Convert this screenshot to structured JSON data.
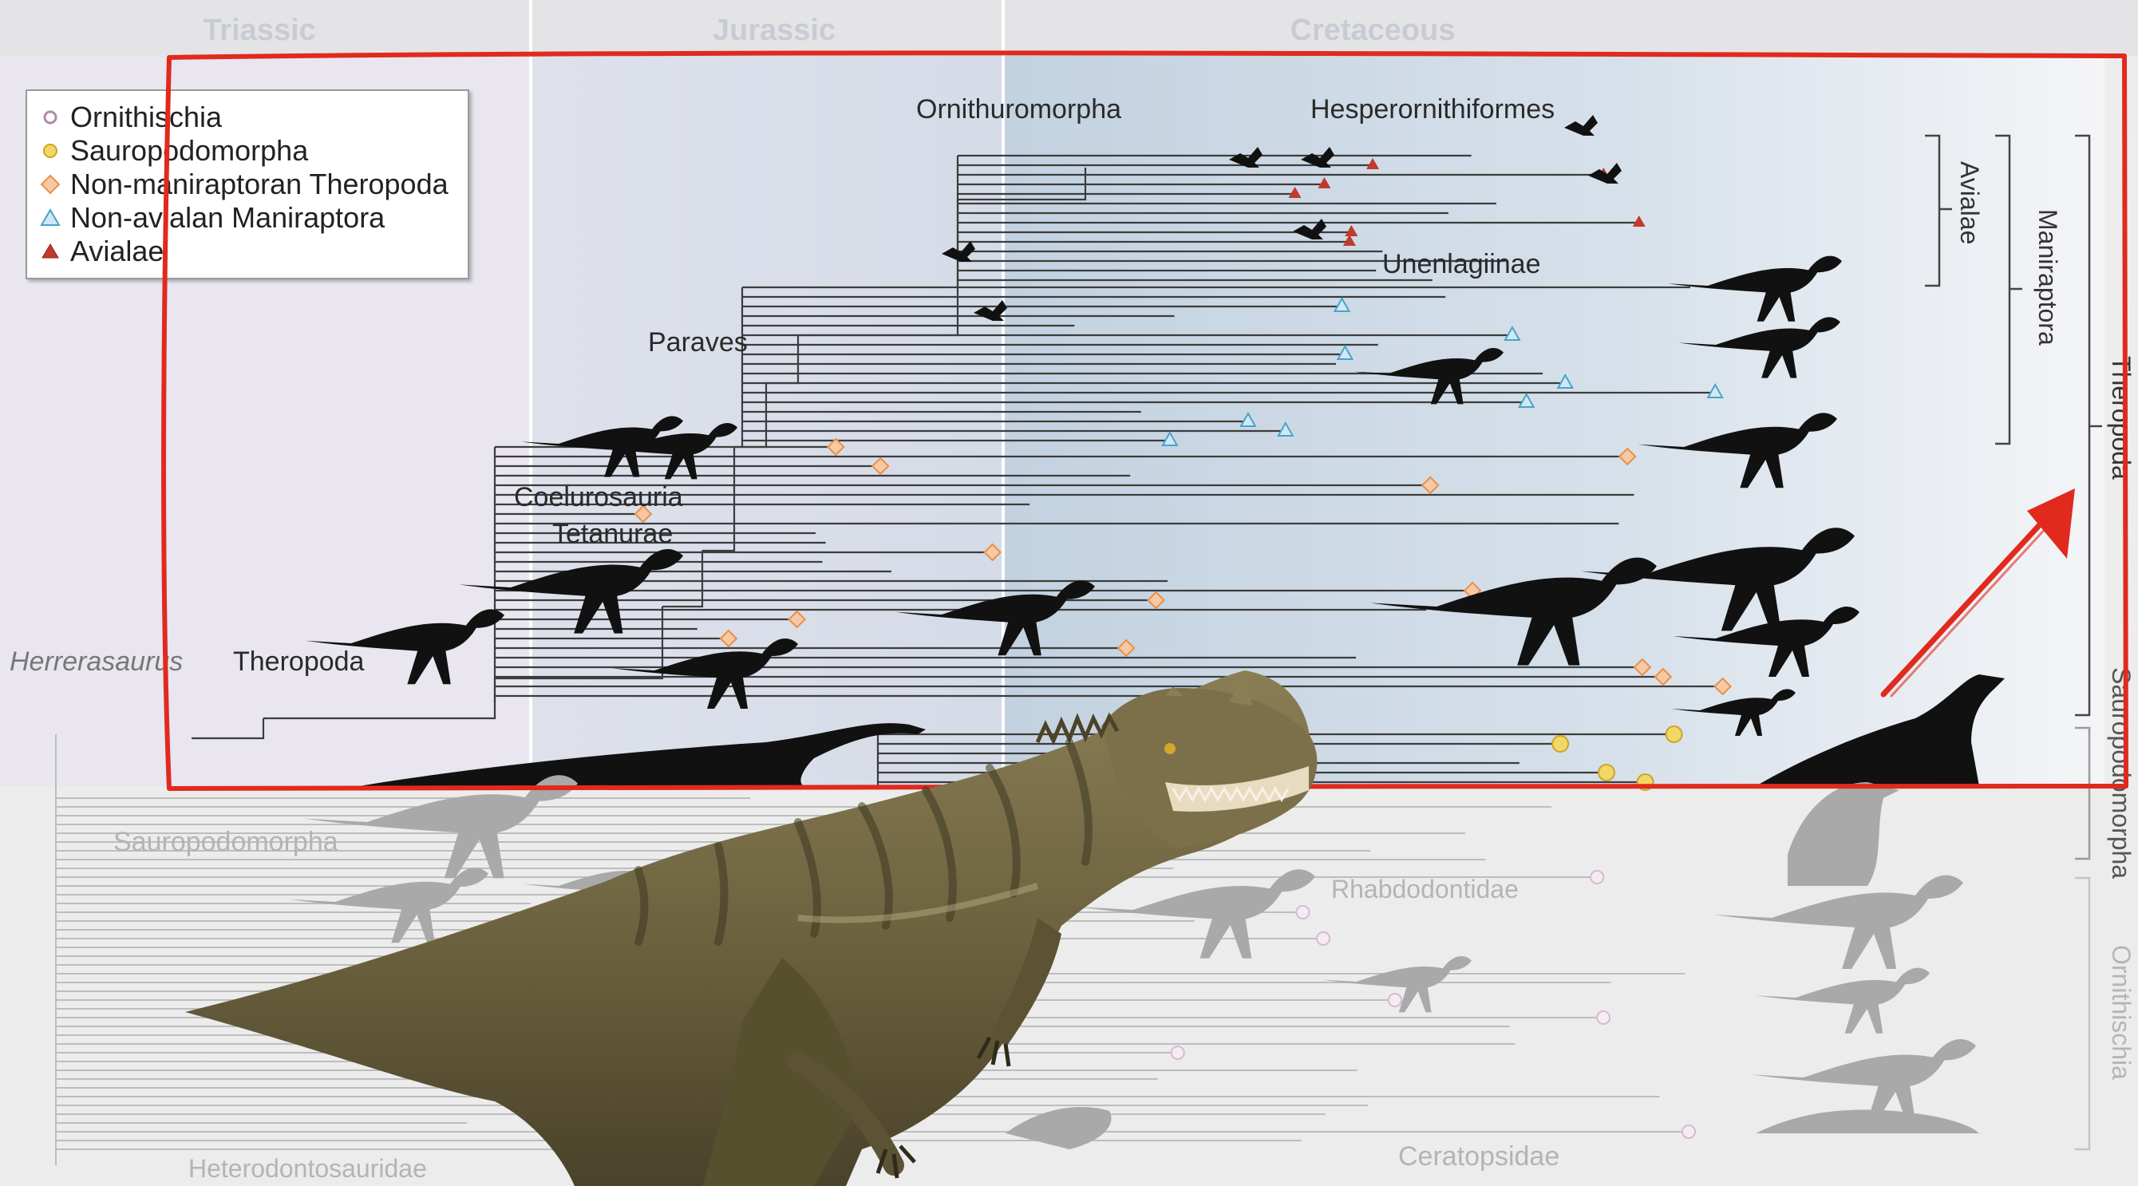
{
  "periods": [
    "Triassic",
    "Jurassic",
    "Cretaceous"
  ],
  "legend": [
    {
      "label": "Ornithischia",
      "marker": "circle",
      "color": "#c9a9c4"
    },
    {
      "label": "Sauropodomorpha",
      "marker": "circle",
      "color": "#e8c63a"
    },
    {
      "label": "Non-maniraptoran Theropoda",
      "marker": "diamond",
      "color": "#e8904a"
    },
    {
      "label": "Non-avialan Maniraptora",
      "marker": "triangle",
      "color": "#4aa3c8"
    },
    {
      "label": "Avialae",
      "marker": "triangle",
      "color": "#c23a2a"
    }
  ],
  "clade_labels": {
    "ornithuromorpha": "Ornithuromorpha",
    "hesperornithiformes": "Hesperornithiformes",
    "unenlagiinae": "Unenlagiinae",
    "paraves": "Paraves",
    "coelurosauria": "Coelurosauria",
    "tetanurae": "Tetanurae",
    "theropoda": "Theropoda",
    "herrerasaurus": "Herrerasaurus",
    "sauropodomorpha": "Sauropodomorpha",
    "rhabdodontidae": "Rhabdodontidae",
    "ceratopsidae": "Ceratopsidae",
    "heterodontosauridae": "Heterodontosauridae"
  },
  "bracket_labels": {
    "avialae": "Avialae",
    "maniraptora": "Maniraptora",
    "theropoda": "Theropoda",
    "sauropodomorpha": "Sauropodomorpha",
    "ornithischia": "Ornithischia"
  },
  "colors": {
    "highlight_box": "#e02a1e",
    "arrow": "#e02a1e",
    "branch": "#3c3c3c",
    "faded_branch": "#bdbdbd",
    "silhouette": "#111111",
    "faded_silhouette": "#a9a9a9",
    "triassic_band": "#e6e2ee",
    "jurassic_band": "#dfe3ee",
    "cretaceous_band": "#c9d6e3"
  },
  "overlay_image": "ceratosaurus-illustration"
}
